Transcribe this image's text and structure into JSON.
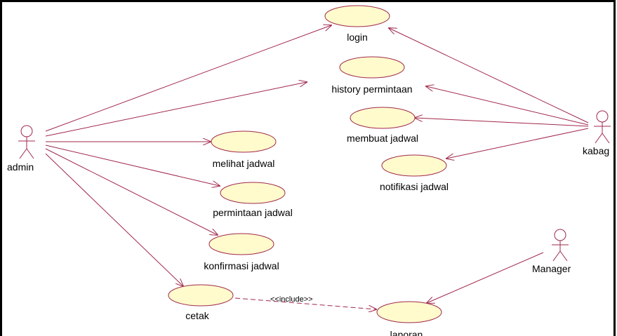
{
  "colors": {
    "usecase_fill": "#fffbcc",
    "line": "#a0284a",
    "frame": "#000000"
  },
  "actors": {
    "admin": "admin",
    "kabag": "kabag",
    "manager": "Manager"
  },
  "usecases": {
    "login": "login",
    "history": "history permintaan",
    "membuat": "membuat jadwal",
    "notifikasi": "notifikasi jadwal",
    "melihat": "melihat jadwal",
    "permintaan": "permintaan jadwal",
    "konfirmasi": "konfirmasi jadwal",
    "cetak": "cetak",
    "laporan": "laporan"
  },
  "relations": {
    "include": "<<include>>"
  }
}
